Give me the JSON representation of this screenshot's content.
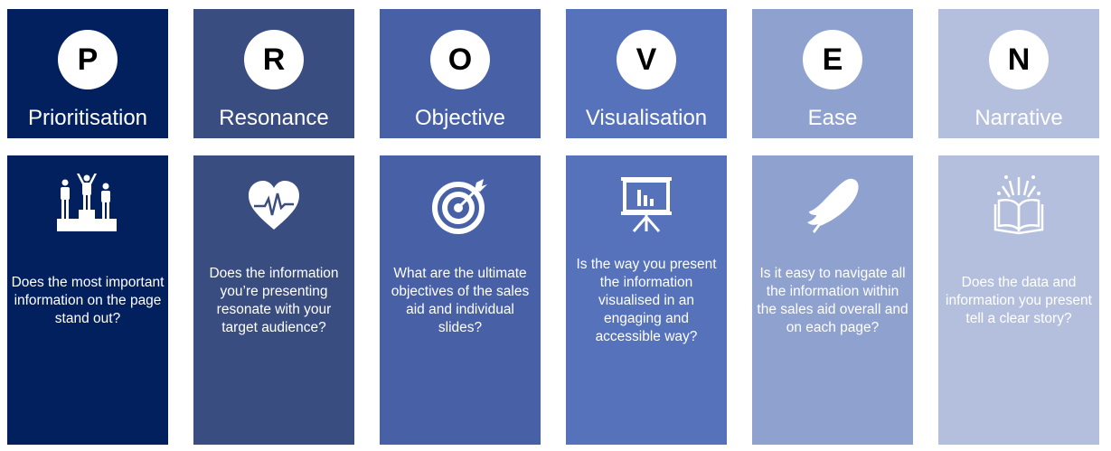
{
  "columns": [
    {
      "letter": "P",
      "title": "Prioritisation",
      "question": "Does the most important information on the page stand out?",
      "icon": "podium-icon",
      "color": "#02205e"
    },
    {
      "letter": "R",
      "title": "Resonance",
      "question": "Does the information you’re presenting resonate with your target audience?",
      "icon": "heartbeat-icon",
      "color": "#3a4d80"
    },
    {
      "letter": "O",
      "title": "Objective",
      "question": "What are the ultimate objectives of the sales aid and individual slides?",
      "icon": "target-icon",
      "color": "#4860a6"
    },
    {
      "letter": "V",
      "title": "Visualisation",
      "question": "Is the way you present the information visualised in an engaging and accessible way?",
      "icon": "presentation-chart-icon",
      "color": "#5572bb"
    },
    {
      "letter": "E",
      "title": "Ease",
      "question": "Is it easy to navigate all the information within the sales aid overall and on each page?",
      "icon": "feather-icon",
      "color": "#8fa1cf"
    },
    {
      "letter": "N",
      "title": "Narrative",
      "question": "Does the data and information you present tell a clear story?",
      "icon": "open-book-icon",
      "color": "#b4bfde"
    }
  ]
}
